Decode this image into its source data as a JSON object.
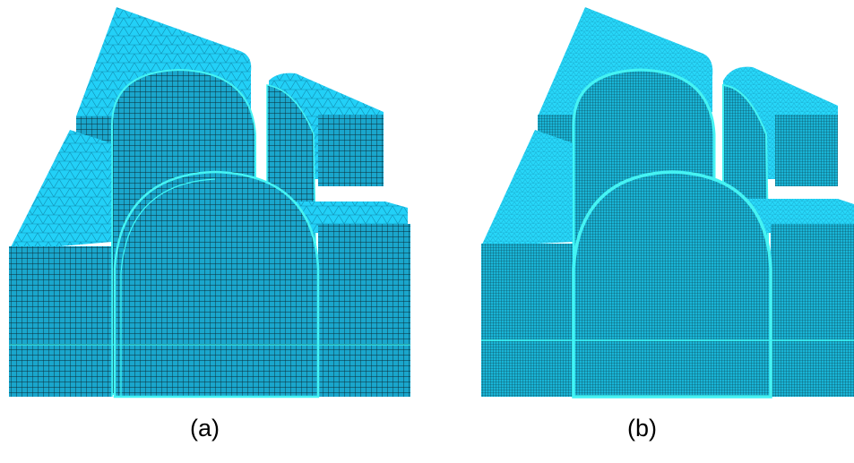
{
  "figure": {
    "panels": [
      {
        "caption": "(a)",
        "description_key": "coarse-mesh"
      },
      {
        "caption": "(b)",
        "description_key": "refined-mesh"
      }
    ]
  },
  "colors": {
    "surface": "#1ec8f2",
    "wire": "#0e1c20",
    "edge": "#3ff6f6",
    "background": "#ffffff"
  }
}
